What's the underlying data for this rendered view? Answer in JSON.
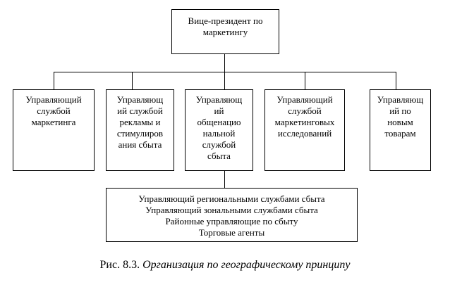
{
  "top": {
    "lines": [
      "Вице-президент по",
      "маркетингу"
    ]
  },
  "children": [
    {
      "lines": [
        "Управляющий",
        "службой",
        "маркетинга"
      ]
    },
    {
      "lines": [
        "Управляющ",
        "ий службой",
        "рекламы и",
        "стимулиров",
        "ания сбыта"
      ]
    },
    {
      "lines": [
        "Управляющ",
        "ий",
        "общенацио",
        "нальной",
        "службой",
        "сбыта"
      ]
    },
    {
      "lines": [
        "Управляющий",
        "службой",
        "маркетинговых",
        "исследований"
      ]
    },
    {
      "lines": [
        "Управляющ",
        "ий по",
        "новым",
        "товарам"
      ]
    }
  ],
  "bottom": {
    "lines": [
      "Управляющий региональными службами сбыта",
      "Управляющий зональными службами сбыта",
      "Районные управляющие по сбыту",
      "Торговые агенты"
    ]
  },
  "caption": {
    "prefix": "Рис. 8.3.",
    "title": "Организация по географическому принципу"
  }
}
